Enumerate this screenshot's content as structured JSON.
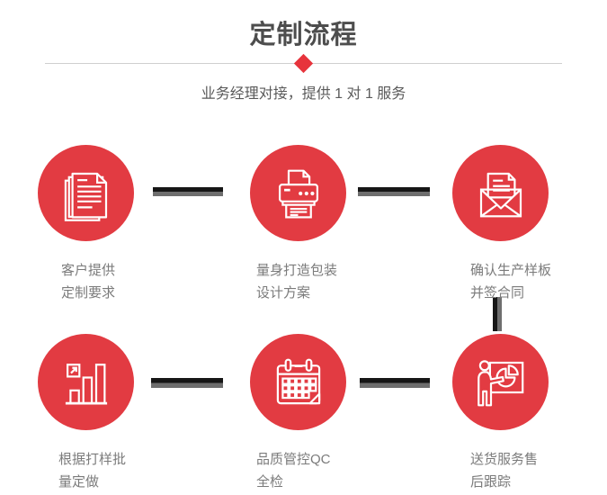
{
  "header": {
    "title": "定制流程",
    "subtitle": "业务经理对接，提供 1 对 1 服务"
  },
  "colors": {
    "accent": "#e23b42",
    "diamond": "#e7343c",
    "title": "#4d4d4d",
    "subtitle": "#5a5a5a",
    "label": "#7b7b7b",
    "conn_dark": "#161616",
    "conn_light": "#6e6e6e",
    "divider": "#cfcfcf"
  },
  "steps": [
    {
      "icon": "documents-icon",
      "line1": "客户提供",
      "line2": "定制要求"
    },
    {
      "icon": "printer-icon",
      "line1": "量身打造包装",
      "line2": "设计方案"
    },
    {
      "icon": "envelope-icon",
      "line1": "确认生产样板",
      "line2": "并签合同"
    },
    {
      "icon": "bar-chart-icon",
      "line1": "根据打样批",
      "line2": "量定做"
    },
    {
      "icon": "calendar-icon",
      "line1": "品质管控QC",
      "line2": "全检"
    },
    {
      "icon": "presentation-icon",
      "line1": "送货服务售",
      "line2": "后跟踪"
    }
  ]
}
